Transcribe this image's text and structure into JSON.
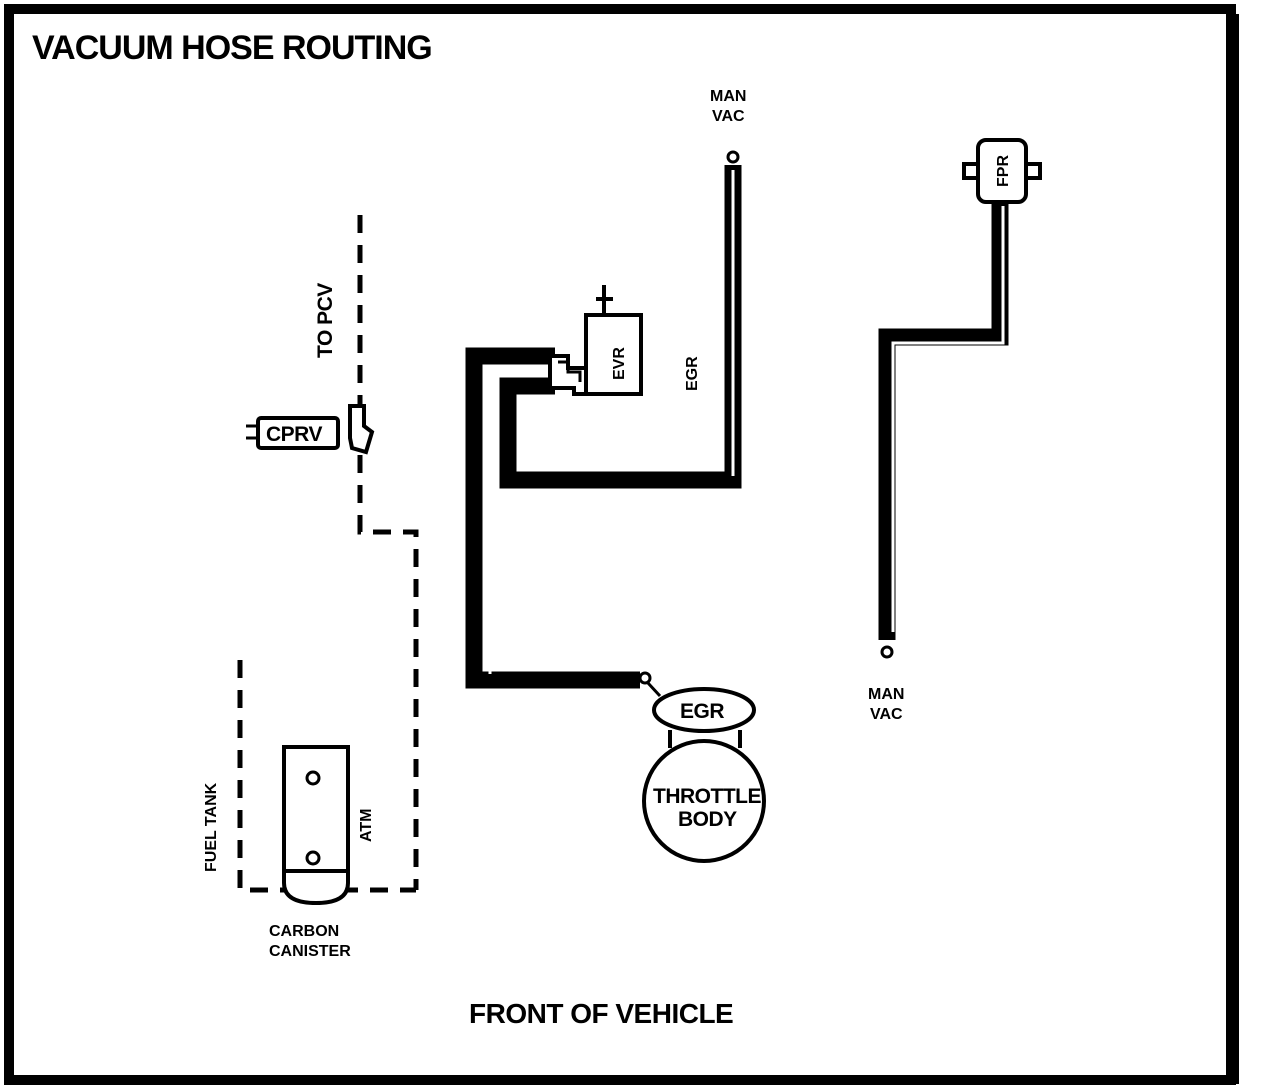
{
  "title": "VACUUM HOSE ROUTING",
  "footer": "FRONT OF VEHICLE",
  "labels": {
    "man_vac_top_line1": "MAN",
    "man_vac_top_line2": "VAC",
    "man_vac_bottom_line1": "MAN",
    "man_vac_bottom_line2": "VAC",
    "fpr": "FPR",
    "evr": "EVR",
    "egr_hose": "EGR",
    "to_pcv": "TO PCV",
    "cprv": "CPRV",
    "egr_valve": "EGR",
    "throttle_line1": "THROTTLE",
    "throttle_line2": "BODY",
    "fuel_tank": "FUEL TANK",
    "atm": "ATM",
    "carbon_line1": "CARBON",
    "carbon_line2": "CANISTER"
  }
}
